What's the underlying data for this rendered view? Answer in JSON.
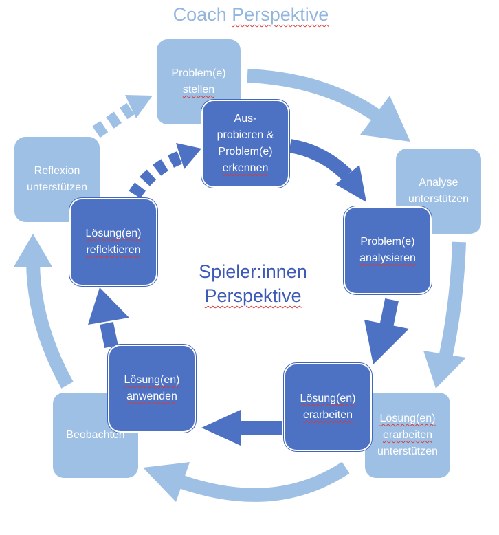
{
  "titles": {
    "coach_word": "Coach",
    "coach_perspective": "Perspektive",
    "player_line1": "Spieler:innen",
    "player_line2": "Perspektive"
  },
  "coach_steps": {
    "problem_stellen": [
      "Problem(e)",
      "stellen"
    ],
    "analyse": [
      "Analyse",
      "unterstützen"
    ],
    "loesung_erarbeiten": [
      "Lösung(en)",
      "erarbeiten",
      "unterstützen"
    ],
    "beobachten": [
      "Beobachten"
    ],
    "reflexion": [
      "Reflexion",
      "unterstützen"
    ]
  },
  "player_steps": {
    "ausprobieren": [
      "Aus-",
      "probieren &",
      "Problem(e)",
      "erkennen"
    ],
    "analysieren": [
      "Problem(e)",
      "analysieren"
    ],
    "erarbeiten": [
      "Lösung(en)",
      "erarbeiten"
    ],
    "anwenden": [
      "Lösung(en)",
      "anwenden"
    ],
    "reflektieren": [
      "Lösung(en)",
      "reflektieren"
    ]
  },
  "colors": {
    "coach_light": "#9fc0e5",
    "player_dark": "#4e72c3",
    "spellcheck_underline": "#d83a3a"
  }
}
